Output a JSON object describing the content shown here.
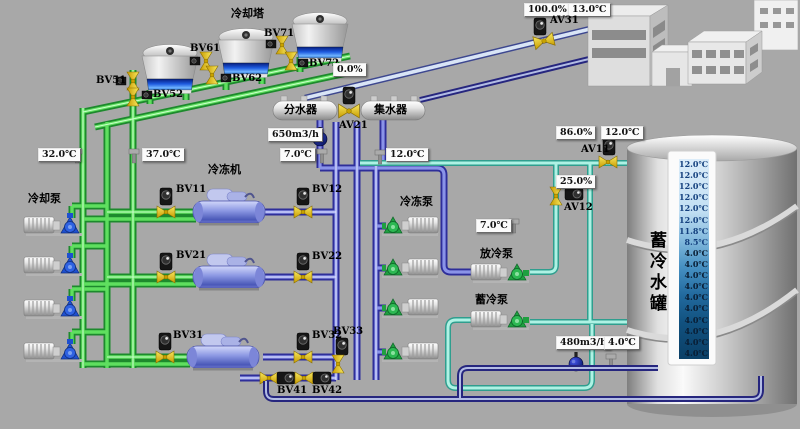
{
  "hmi": {
    "towers": {
      "label": "冷却塔",
      "valves": {
        "bv51": "BV51",
        "bv52": "BV52",
        "bv61": "BV61",
        "bv62": "BV62",
        "bv71": "BV71",
        "bv72": "BV72"
      }
    },
    "city_line": {
      "valve_open_pct": "100.0%",
      "supply_temp": "13.0℃",
      "valve": "AV31"
    },
    "vessels": {
      "distributor": "分水器",
      "collector": "集水器",
      "bypass_valve": "AV21",
      "bypass_open_pct": "0.0%",
      "flow": "650m3/h",
      "supply_temp": "7.0℃",
      "return_temp": "12.0℃"
    },
    "cooling_loop": {
      "pump_label": "冷却泵",
      "supply_temp": "32.0℃",
      "return_temp": "37.0℃"
    },
    "chiller_section": {
      "label": "冷冻机",
      "valves": {
        "bv11": "BV11",
        "bv12": "BV12",
        "bv21": "BV21",
        "bv22": "BV22",
        "bv31": "BV31",
        "bv32": "BV32",
        "bv33": "BV33",
        "bv41": "BV41",
        "bv42": "BV42"
      }
    },
    "chilled_pumps": {
      "label": "冷冻泵"
    },
    "tank_line": {
      "av11_open_pct": "86.0%",
      "av11_temp": "12.0℃",
      "av11": "AV11",
      "av12_open_pct": "25.0%",
      "av12": "AV12",
      "mid_temp": "7.0℃"
    },
    "discharge_pump_label": "放冷泵",
    "storage_pump_label": "蓄冷泵",
    "tank": {
      "name": "蓄冷水罐",
      "outlet_flow": "480m3/h",
      "outlet_temp": "4.0℃",
      "temps": [
        "12.0℃",
        "12.0℃",
        "12.0℃",
        "12.0℃",
        "12.0℃",
        "12.0℃",
        "11.8℃",
        "8.5℃",
        "4.0℃",
        "4.0℃",
        "4.0℃",
        "4.0℃",
        "4.0℃",
        "4.0℃",
        "4.0℃",
        "4.0℃",
        "4.0℃",
        "4.0℃"
      ]
    }
  }
}
